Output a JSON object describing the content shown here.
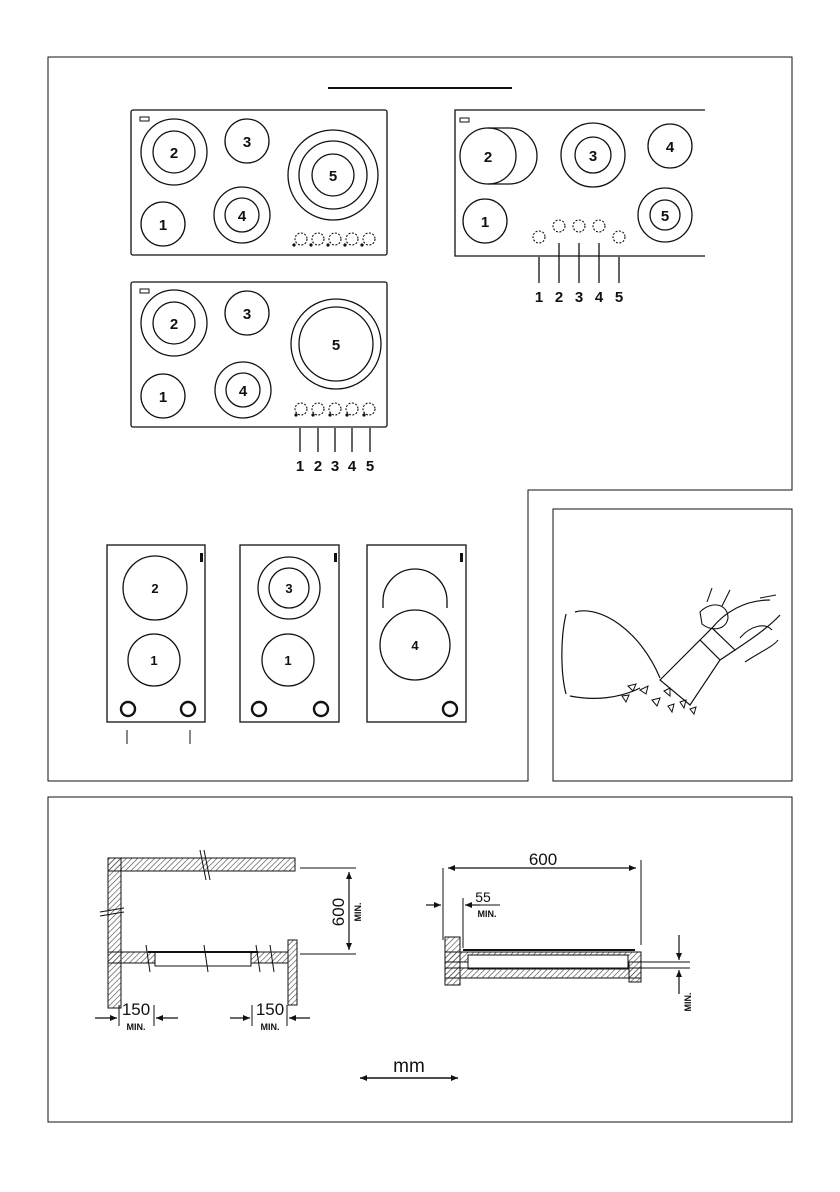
{
  "hobs": {
    "hob_a": {
      "zones": [
        "2",
        "3",
        "5",
        "1",
        "4"
      ]
    },
    "hob_b": {
      "zones": [
        "2",
        "3",
        "4",
        "1",
        "5"
      ],
      "knob_labels": [
        "1",
        "2",
        "3",
        "4",
        "5"
      ]
    },
    "hob_c": {
      "zones": [
        "2",
        "3",
        "5",
        "1",
        "4"
      ],
      "knob_labels": [
        "1",
        "2",
        "3",
        "4",
        "5"
      ]
    },
    "domino_1": {
      "zones": [
        "2",
        "1"
      ]
    },
    "domino_2": {
      "zones": [
        "3",
        "1"
      ]
    },
    "domino_3": {
      "zones": [
        "4"
      ]
    }
  },
  "installation": {
    "left": {
      "height": "600",
      "height_note": "MIN.",
      "side_left": "150",
      "side_left_note": "MIN.",
      "side_right": "150",
      "side_right_note": "MIN."
    },
    "right": {
      "width": "600",
      "offset": "55",
      "offset_note": "MIN.",
      "depth_note": "MIN."
    },
    "unit": "mm"
  },
  "colors": {
    "ink": "#111111",
    "hatch": "#444444",
    "background": "#ffffff"
  }
}
